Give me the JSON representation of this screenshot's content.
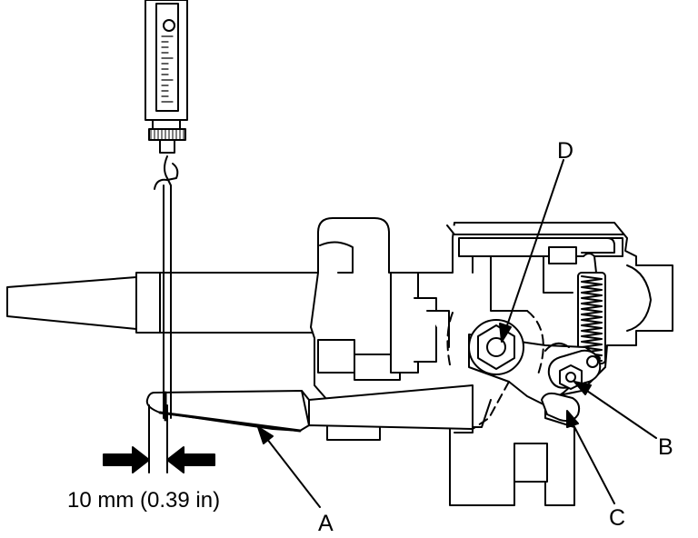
{
  "diagram": {
    "callouts": {
      "a": "A",
      "b": "B",
      "c": "C",
      "d": "D"
    },
    "dimension_label": "10 mm (0.39 in)"
  },
  "colors": {
    "line": "#000000",
    "background": "#ffffff",
    "fill": "#ffffff"
  }
}
